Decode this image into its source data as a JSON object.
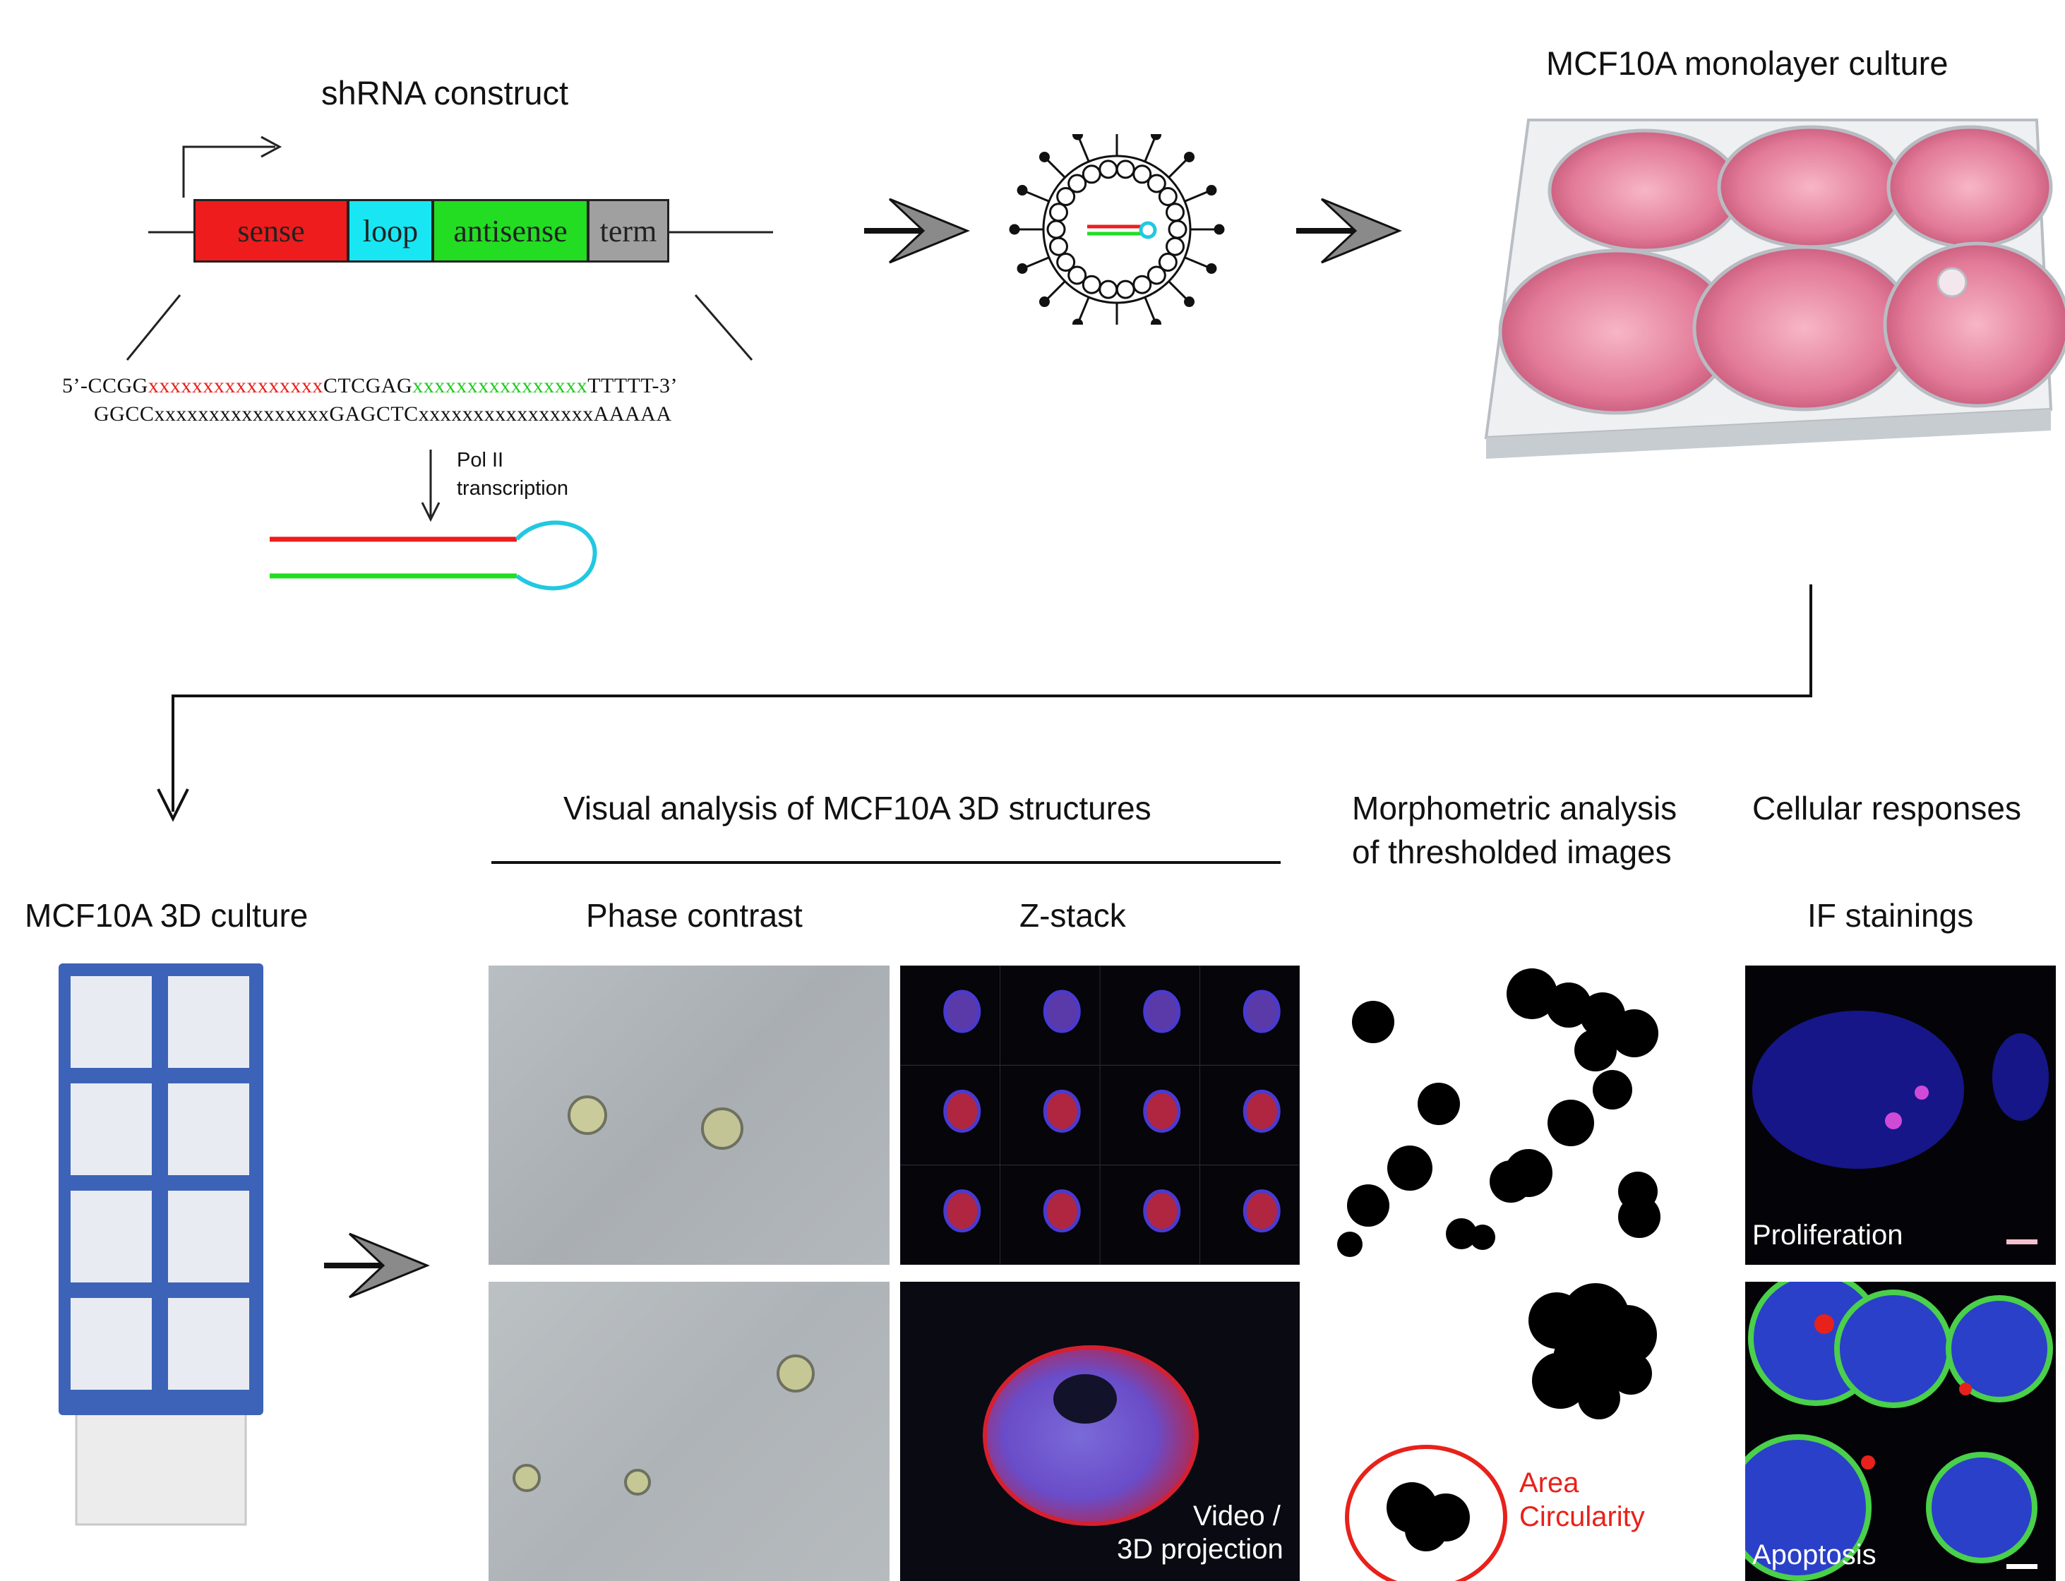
{
  "construct": {
    "title": "shRNA construct",
    "segments": {
      "sense": "sense",
      "loop": "loop",
      "antisense": "antisense",
      "term": "term"
    },
    "seq_top": {
      "prefix": "5’-CCGG",
      "red": "xxxxxxxxxxxxxxxx",
      "mid": "CTCGAG",
      "green": "xxxxxxxxxxxxxxxx",
      "suffix": "TTTTT-3’"
    },
    "seq_bottom": "GGCCxxxxxxxxxxxxxxxxGAGCTCxxxxxxxxxxxxxxxxAAAAA",
    "transcription": {
      "line1": "Pol II",
      "line2": "transcription"
    }
  },
  "monolayer": {
    "title": "MCF10A monolayer culture"
  },
  "culture3d": {
    "title": "MCF10A 3D culture"
  },
  "visual": {
    "title": "Visual analysis of  MCF10A 3D structures",
    "phase": "Phase contrast",
    "zstack": "Z-stack",
    "video_line1": "Video /",
    "video_line2": "3D projection"
  },
  "morpho": {
    "title_line1": "Morphometric analysis",
    "title_line2": "of thresholded images",
    "metric1": "Area",
    "metric2": "Circularity"
  },
  "cellular": {
    "title": "Cellular responses",
    "if": "IF stainings",
    "proliferation": "Proliferation",
    "apoptosis": "Apoptosis"
  },
  "colors": {
    "sense": "#ee1c1c",
    "loop": "#18e6f2",
    "antisense": "#22dd22",
    "term": "#a0a0a0",
    "annotation_red": "#e8211b"
  }
}
